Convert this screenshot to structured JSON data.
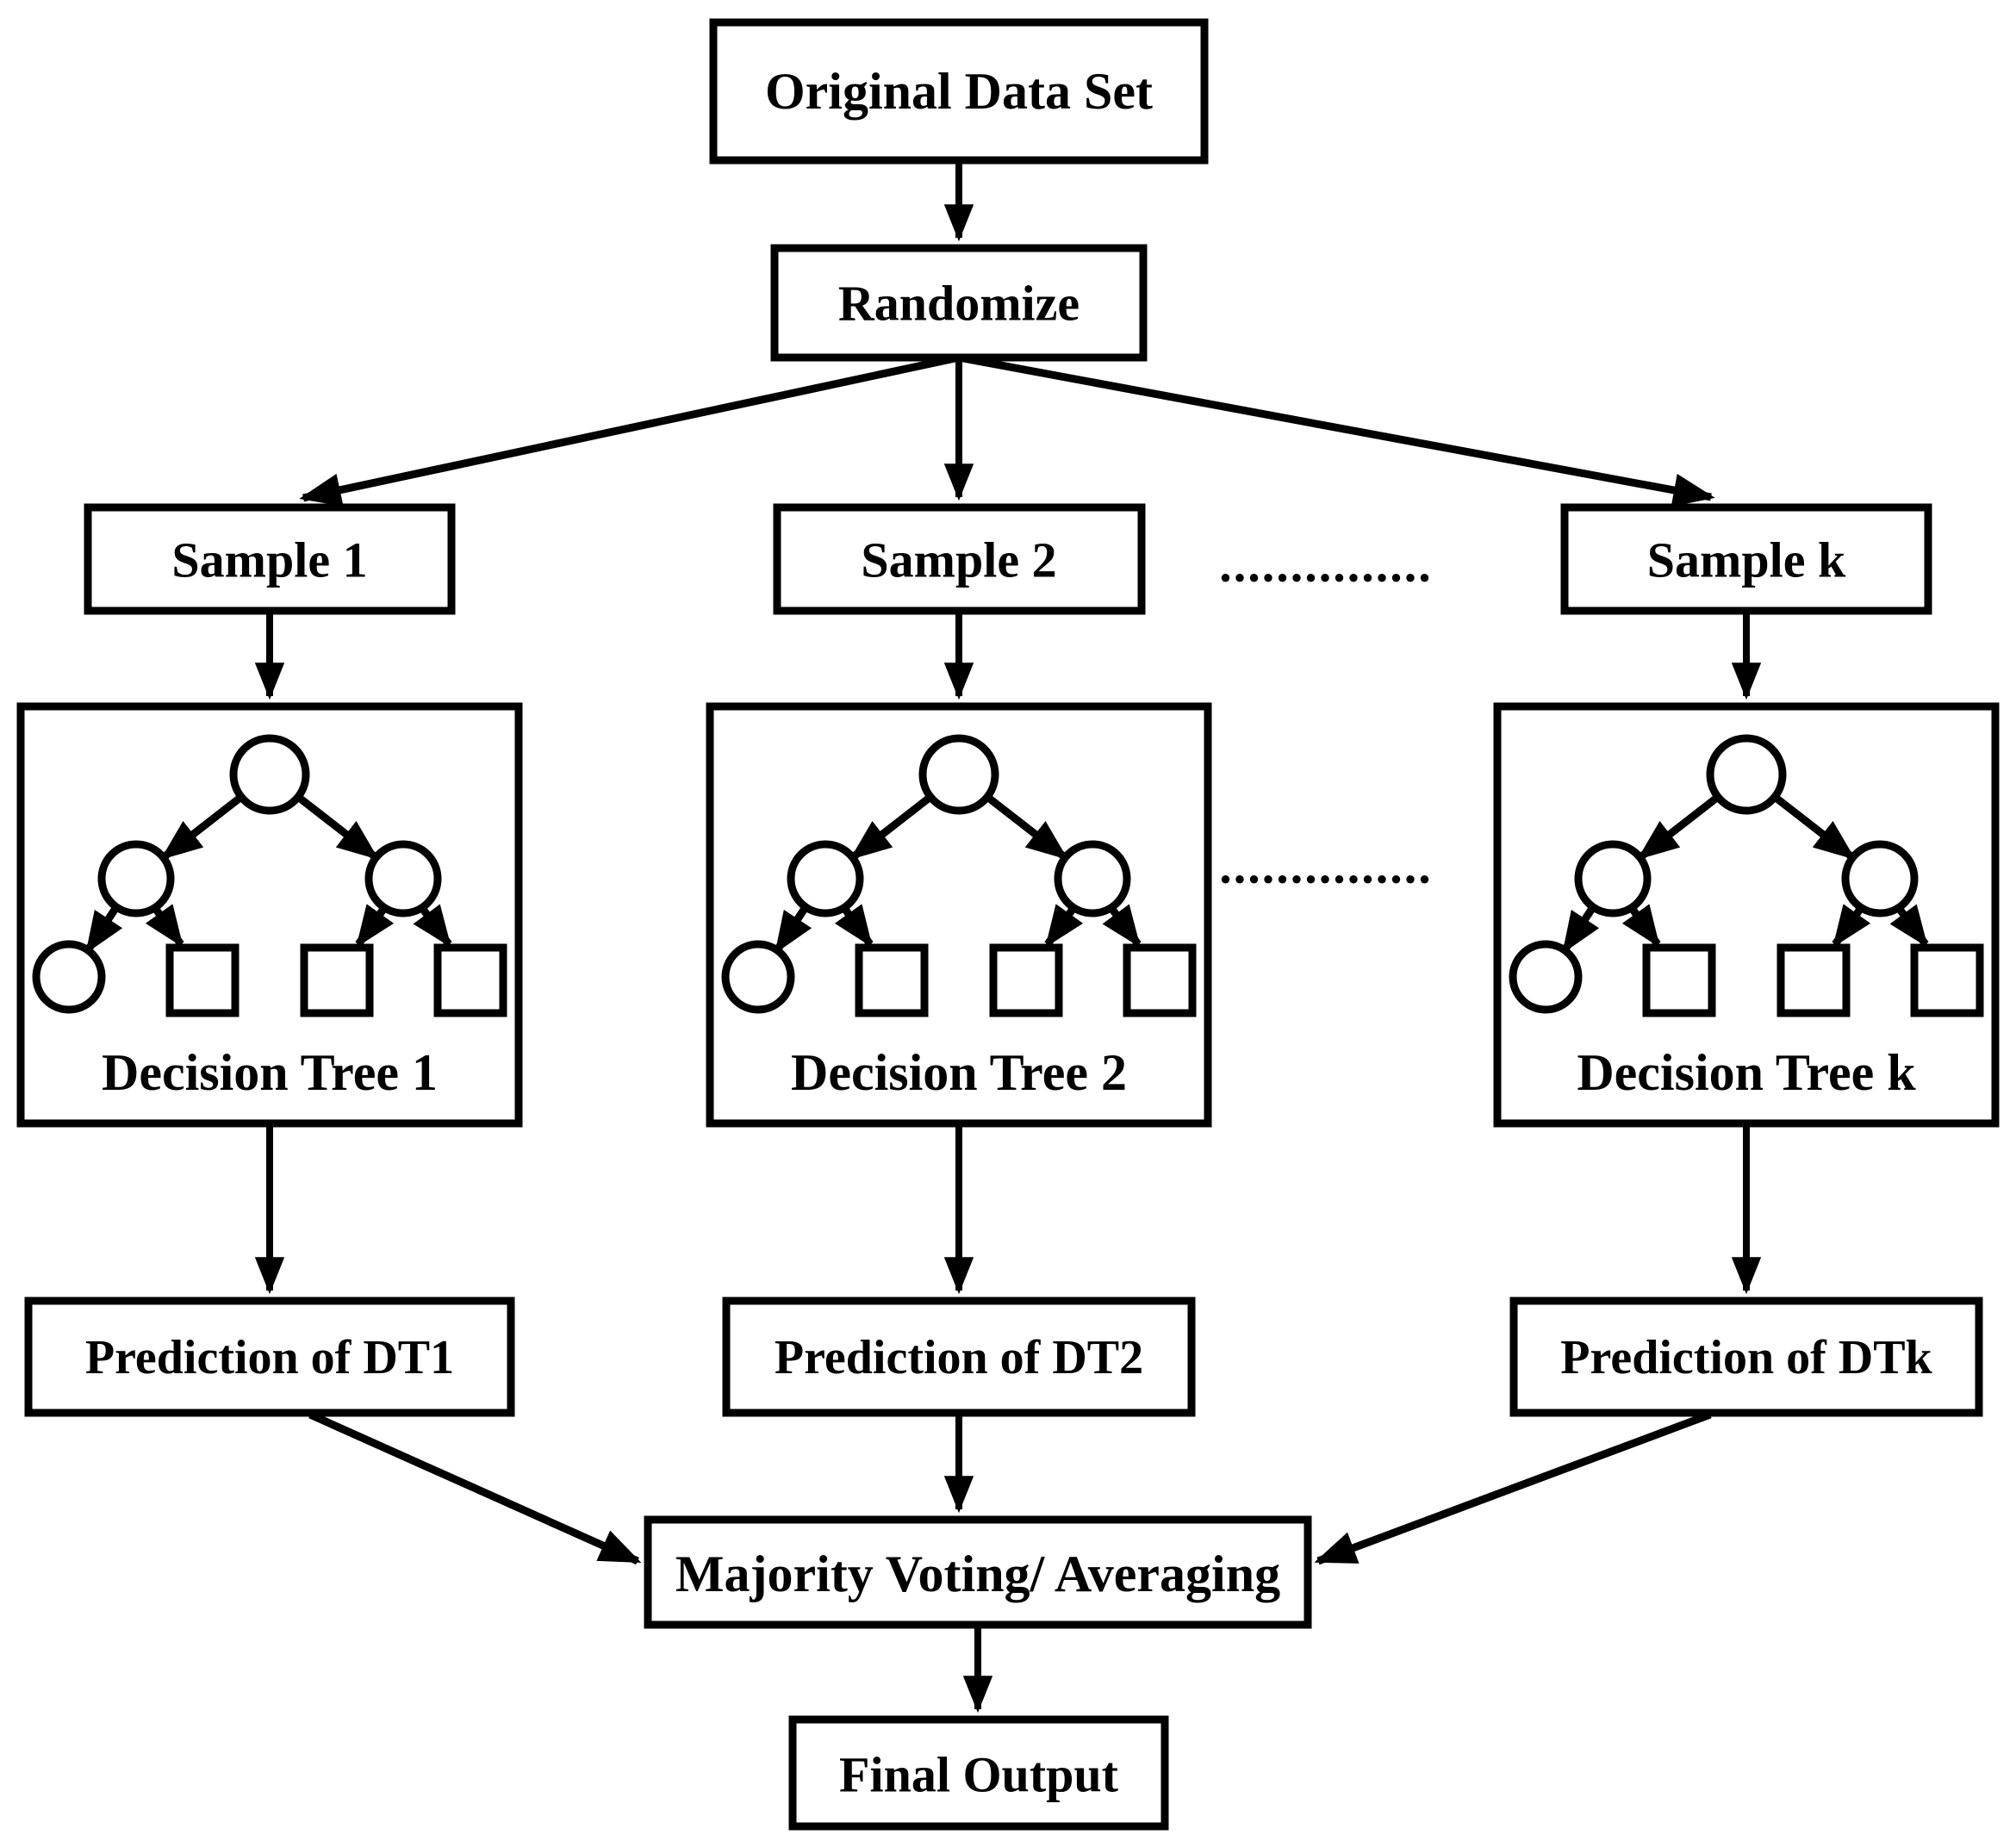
{
  "colors": {
    "ink": "#000000",
    "paper": "#ffffff"
  },
  "flow": {
    "original_data_set": "Original Data Set",
    "randomize": "Randomize",
    "sample_1": "Sample 1",
    "sample_2": "Sample 2",
    "sample_k": "Sample k",
    "samples_ellipsis": "...............",
    "decision_tree_1": "Decision Tree 1",
    "decision_tree_2": "Decision Tree 2",
    "decision_tree_k": "Decision Tree k",
    "trees_ellipsis": "...............",
    "prediction_dt1": "Prediction of DT1",
    "prediction_dt2": "Prediction of DT2",
    "prediction_dtk": "Prediction of DTk",
    "majority_voting": "Majority Voting/ Averaging",
    "final_output": "Final Output"
  }
}
